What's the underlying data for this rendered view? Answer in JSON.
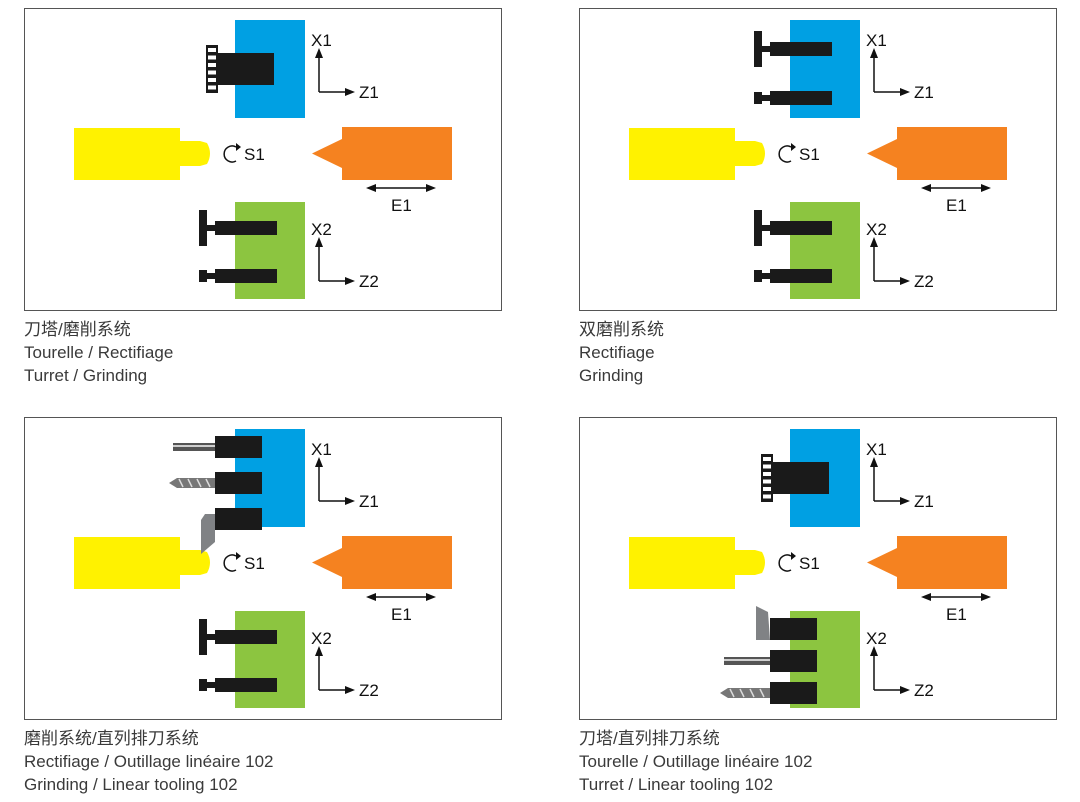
{
  "colors": {
    "top_slide": "#00a0e3",
    "bottom_slide": "#8cc540",
    "spindle": "#fff200",
    "tailstock": "#f58220",
    "tool": "#1a1a1a",
    "insert": "#808285"
  },
  "labels": {
    "x1": "X1",
    "z1": "Z1",
    "x2": "X2",
    "z2": "Z2",
    "s1": "S1",
    "e1": "E1"
  },
  "panels": [
    {
      "top_tool": "turret",
      "bottom_tool": "grinding",
      "caption": {
        "zh": "刀塔/磨削系统",
        "fr": "Tourelle  /  Rectifiage",
        "en": "Turret / Grinding"
      }
    },
    {
      "top_tool": "grinding",
      "bottom_tool": "grinding",
      "caption": {
        "zh": "双磨削系统",
        "fr": "Rectifiage",
        "en": "Grinding"
      }
    },
    {
      "top_tool": "linear",
      "bottom_tool": "grinding",
      "caption": {
        "zh": "磨削系统/直列排刀系统",
        "fr": "Rectifiage / Outillage linéaire 102",
        "en": "Grinding / Linear tooling 102"
      }
    },
    {
      "top_tool": "turret",
      "bottom_tool": "linear",
      "caption": {
        "zh": "刀塔/直列排刀系统",
        "fr": "Tourelle / Outillage linéaire 102",
        "en": "Turret / Linear tooling 102"
      }
    }
  ]
}
